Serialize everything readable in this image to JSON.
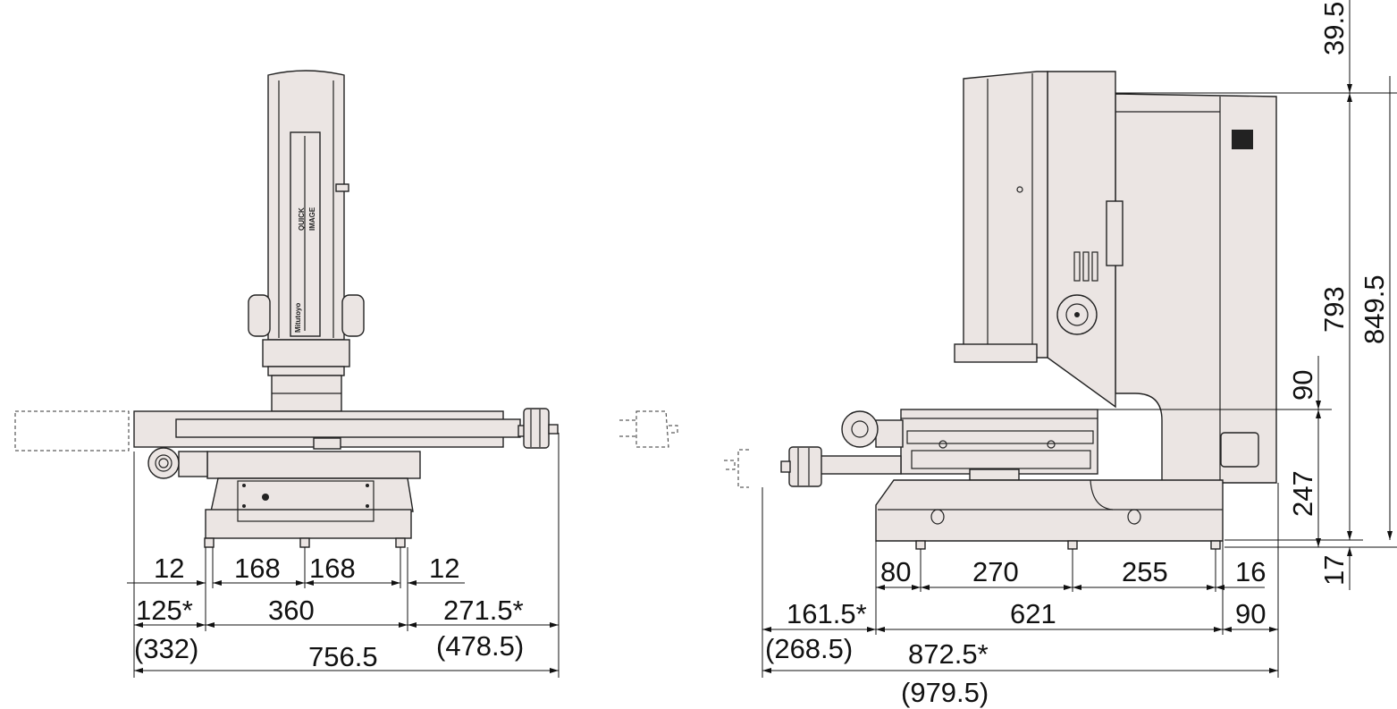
{
  "figure": {
    "front_view": {
      "brand_lettering": [
        "Mitutoyo",
        "QUICK",
        "IMAGE"
      ],
      "dims_row1": [
        "12",
        "168",
        "168",
        "12"
      ],
      "dims_row2": [
        "125*",
        "360",
        "271.5*"
      ],
      "dims_row3": [
        "(332)",
        "756.5",
        "(478.5)"
      ]
    },
    "side_view": {
      "dims_row1": [
        "80",
        "270",
        "255",
        "16"
      ],
      "dims_row2": [
        "161.5*",
        "621",
        "90"
      ],
      "dims_row3": [
        "(268.5)",
        "872.5*",
        "(979.5)"
      ],
      "vertical_dims": [
        "39.5",
        "793",
        "849.5",
        "90",
        "247",
        "17"
      ]
    }
  }
}
